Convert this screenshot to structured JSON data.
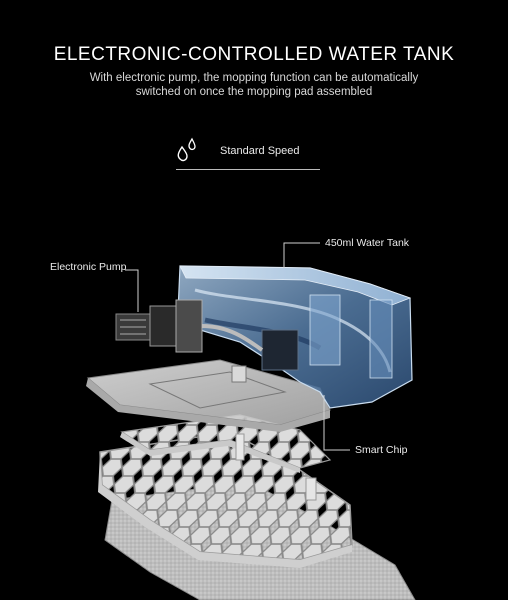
{
  "header": {
    "title": "ELECTRONIC-CONTROLLED WATER TANK",
    "subtitle_line1": "With electronic pump, the mopping function can be automatically",
    "subtitle_line2": "switched on once the mopping pad assembled"
  },
  "speed": {
    "label": "Standard Speed",
    "icon": "water-drops-icon"
  },
  "callouts": {
    "tank": "450ml Water Tank",
    "pump": "Electronic Pump",
    "chip": "Smart Chip"
  },
  "colors": {
    "background": "#000000",
    "text": "#ffffff",
    "tank_blue": "#6f9cc9"
  }
}
